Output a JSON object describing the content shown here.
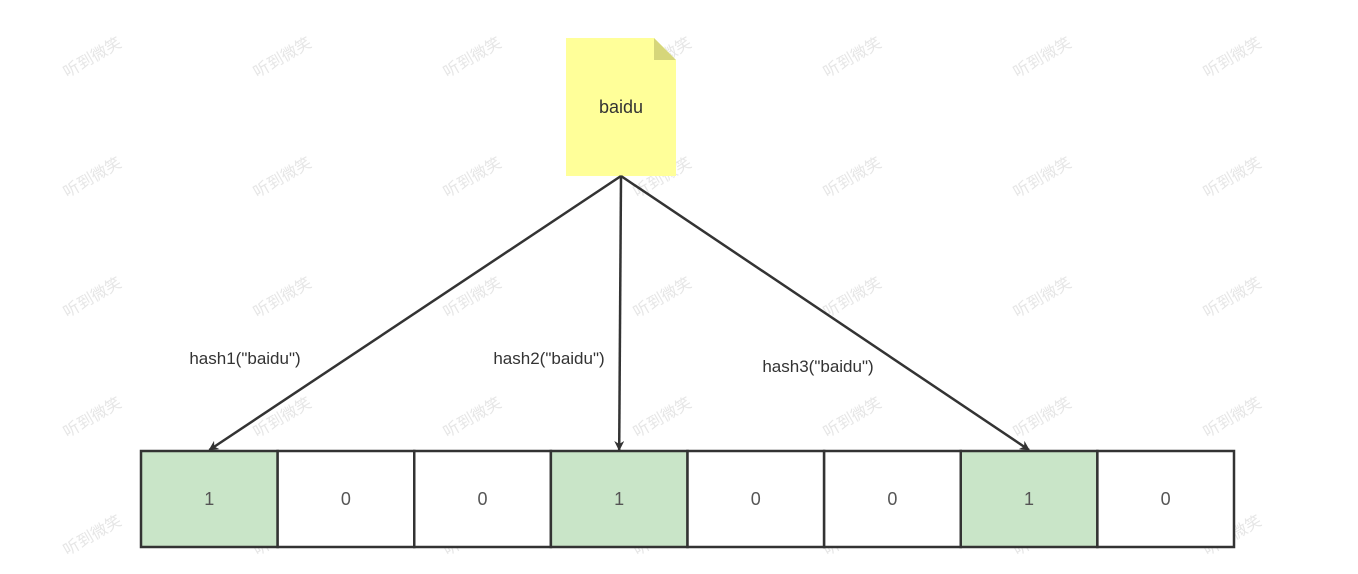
{
  "watermark": "听到微笑",
  "document": {
    "label": "baidu",
    "fill_color": "#ffff99"
  },
  "hashes": [
    {
      "label": "hash1(\"baidu\")",
      "target_index": 0
    },
    {
      "label": "hash2(\"baidu\")",
      "target_index": 3
    },
    {
      "label": "hash3(\"baidu\")",
      "target_index": 6
    }
  ],
  "bit_array": {
    "cells": [
      "1",
      "0",
      "0",
      "1",
      "0",
      "0",
      "1",
      "0"
    ],
    "set_color": "#c9e5c8",
    "unset_color": "#ffffff"
  }
}
